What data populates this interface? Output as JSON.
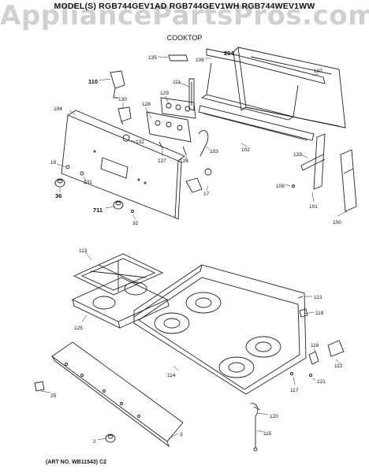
{
  "watermark": "AppliancePartsPros.com",
  "header": {
    "models": "MODEL(S) RGB744GEV1AD  RGB744GEV1WH  RGB744WEV1WW",
    "section": "COOKTOP"
  },
  "labels": {
    "p135": "135",
    "p204": "204",
    "p106": "106",
    "p107": "107",
    "p110": "110",
    "p111": "111",
    "p130": "130",
    "p129": "129",
    "p128": "128",
    "p104": "104",
    "p132": "132",
    "p127": "127",
    "p126": "126",
    "p103": "103",
    "p102": "102",
    "p133": "133",
    "p19": "19",
    "p131": "131",
    "p36": "36",
    "p711": "711",
    "p32": "32",
    "p17": "17",
    "p108": "108",
    "p101": "101",
    "p100": "100",
    "p113": "113",
    "p125": "125",
    "p114": "114",
    "p121a": "121",
    "p119": "119",
    "p118": "118",
    "p112": "112",
    "p121b": "121",
    "p117": "117",
    "p120": "120",
    "p115": "115",
    "p25": "25",
    "p2": "2",
    "p3": "3"
  },
  "footer": "(ART NO. WB11543) C2"
}
